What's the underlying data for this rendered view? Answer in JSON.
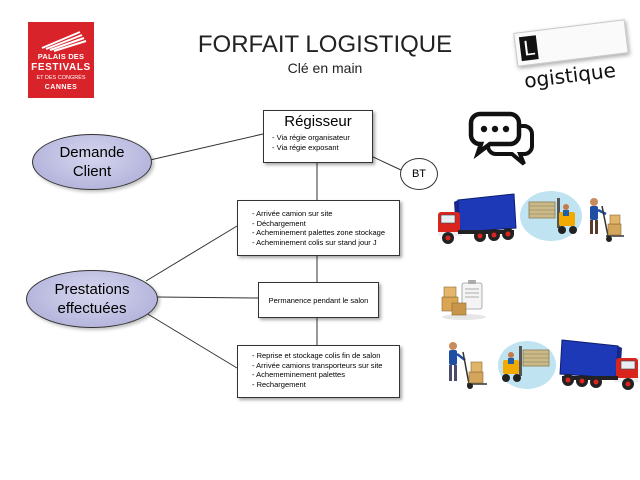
{
  "header": {
    "title": "FORFAIT LOGISTIQUE",
    "subtitle": "Clé en main"
  },
  "brand_logo": {
    "line1": "PALAIS DES",
    "line2": "FESTIVALS",
    "line3": "ET DES CONGRÈS",
    "line4": "CANNES",
    "color": "#d8232a"
  },
  "logistique_logo": {
    "first_letter": "L",
    "rest": "ogistique"
  },
  "nodes": {
    "demande_client": {
      "line1": "Demande",
      "line2": "Client"
    },
    "prestations": {
      "line1": "Prestations",
      "line2": "effectuées"
    },
    "regisseur": {
      "title": "Régisseur",
      "items": [
        "Via régie organisateur",
        "Via régie exposant"
      ]
    },
    "bt": {
      "label": "BT"
    },
    "arrivee": {
      "items": [
        "Arrivée camion sur site",
        "Déchargement",
        "Acheminement palettes zone stockage",
        "Acheminement colis sur stand jour J"
      ]
    },
    "permanence": {
      "label": "Permanence pendant le salon"
    },
    "reprise": {
      "items": [
        "Reprise et stockage colis fin de salon",
        "Arrivée camions transporteurs sur site",
        "Achememinement palettes",
        "Rechargement"
      ]
    }
  },
  "icons": [
    "speech-bubbles-icon",
    "truck-icon",
    "forklift-icon",
    "hand-truck-worker-icon",
    "clipboard-boxes-icon"
  ],
  "colors": {
    "ellipse": "#a9a9d6",
    "truck_cab": "#d9251d",
    "truck_trailer": "#1d39b8"
  }
}
